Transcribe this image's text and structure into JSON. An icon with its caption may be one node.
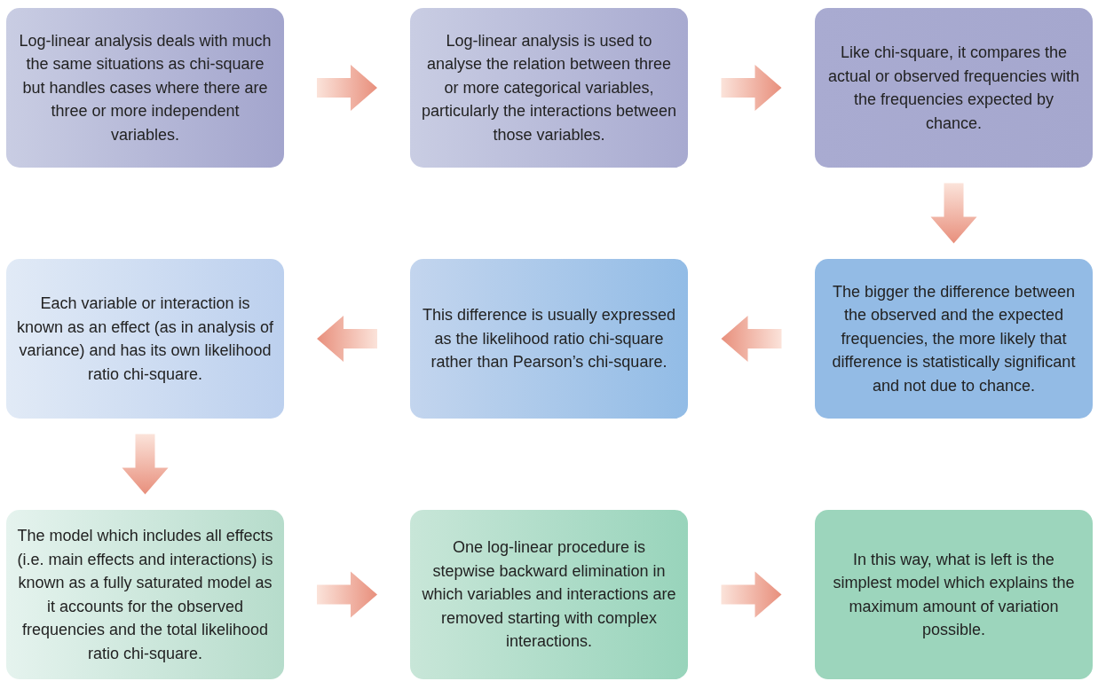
{
  "diagram": {
    "nodes": [
      {
        "text": [
          "Log-linear analysis deals with much the same situations as chi-square but handles cases where there are three or more independent variables."
        ]
      },
      {
        "text": [
          "Log-linear analysis is used to analyse the relation between three or more categorical variables, particularly the interactions between those variables."
        ]
      },
      {
        "text": [
          "Like chi-square, it compares the actual or observed frequencies with the frequencies expected by chance."
        ]
      },
      {
        "text": [
          "The bigger the difference between the observed and the expected frequencies, the more likely that difference is statistically significant and not due to chance."
        ]
      },
      {
        "text": [
          "This difference is usually expressed as the likelihood ratio chi-square rather than Pearson’s chi-square."
        ]
      },
      {
        "text": [
          "Each variable or interaction is known as an effect (as in analysis of variance) and has its own likelihood ratio chi-square."
        ]
      },
      {
        "text": [
          "The model which includes all effects (i.e. main effects and interactions) is known as a fully saturated model as it accounts for the observed frequencies and the total likelihood ratio chi-square."
        ]
      },
      {
        "text": [
          "One log-linear procedure is stepwise backward elimination in which variables and interactions are removed starting with complex interactions."
        ]
      },
      {
        "text": [
          "In this way, what is left is the simplest model which explains the maximum amount of variation possible."
        ]
      }
    ],
    "edges": [
      {
        "from": 0,
        "to": 1,
        "arrow": "to"
      },
      {
        "from": 1,
        "to": 2,
        "arrow": "to"
      },
      {
        "from": 2,
        "to": 3,
        "arrow": "to"
      },
      {
        "from": 3,
        "to": 4,
        "arrow": "to"
      },
      {
        "from": 4,
        "to": 5,
        "arrow": "to"
      },
      {
        "from": 5,
        "to": 6,
        "arrow": "to"
      },
      {
        "from": 6,
        "to": 7,
        "arrow": "to"
      },
      {
        "from": 7,
        "to": 8,
        "arrow": "to"
      }
    ]
  }
}
